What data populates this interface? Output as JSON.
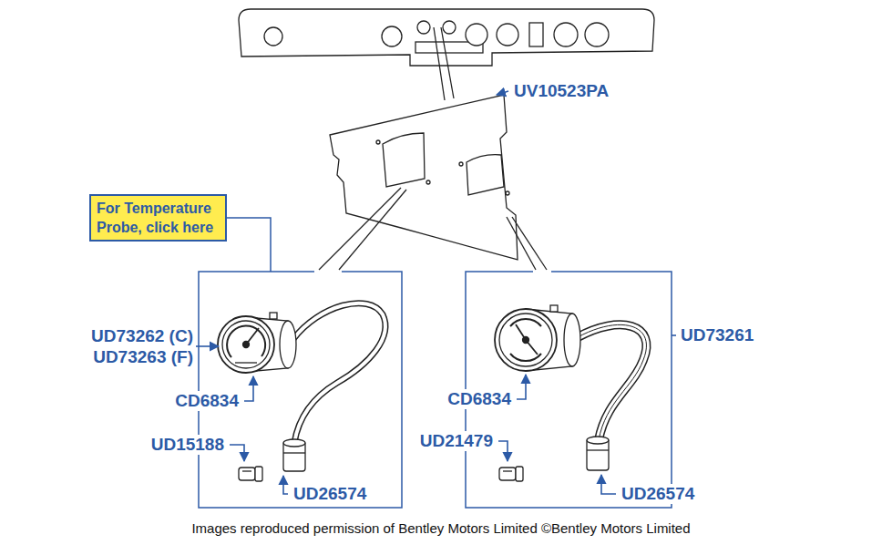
{
  "diagram": {
    "caption": "Images reproduced permission of Bentley Motors Limited ©Bentley Motors Limited",
    "nodes": [
      {
        "text": [
          "For Temperature Probe, click here"
        ]
      }
    ],
    "labels": [
      "UV10523PA",
      "UD73262 (C)",
      "UD73263 (F)",
      "CD6834",
      "UD15188",
      "UD26574",
      "CD6834",
      "UD21479",
      "UD26574",
      "UD73261"
    ]
  }
}
